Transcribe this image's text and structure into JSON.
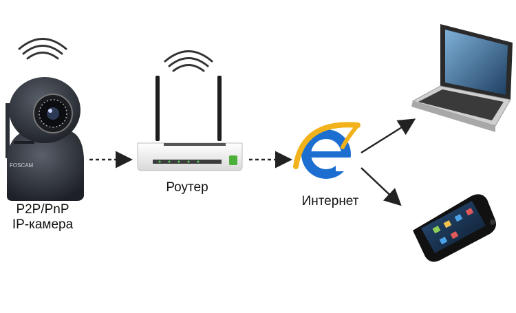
{
  "nodes": {
    "camera": {
      "label_line1": "P2P/PnP",
      "label_line2": "IP-камера",
      "brand_mark": "FOSCAM"
    },
    "router": {
      "label": "Роутер"
    },
    "internet": {
      "label": "Интернет"
    },
    "laptop": {
      "label": ""
    },
    "phone": {
      "label": ""
    }
  },
  "colors": {
    "device_dark": "#2b2f36",
    "router_body": "#f2f2f2",
    "ie_blue": "#1c6fd1",
    "ie_gold": "#f2b21b",
    "arrow": "#222222"
  }
}
